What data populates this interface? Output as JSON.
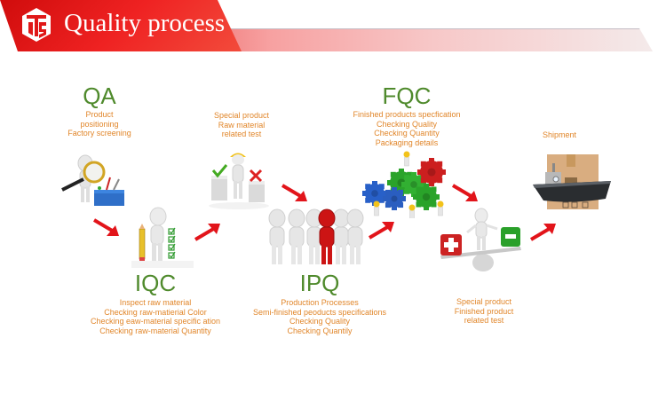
{
  "header": {
    "title": "Quality process",
    "logo_icon": "ts-shield-logo"
  },
  "colors": {
    "brand_red": "#e41c1c",
    "stage_title_green": "#4f8a2c",
    "desc_orange": "#e1862a",
    "arrow_red": "#e2141a"
  },
  "stages": {
    "qa": {
      "title": "QA",
      "lines": [
        "Product",
        "positioning",
        "Factory screening"
      ],
      "illustration": "magnifier-toolbox-figure"
    },
    "iqc": {
      "title": "IQC",
      "lines": [
        "Inspect raw material",
        "Checking raw-matierial Color",
        "Checking eaw-material specific ation",
        "Checking raw-material Quantity"
      ],
      "illustration": "pencil-checklist-figure"
    },
    "special_raw": {
      "lines": [
        "Special product",
        "Raw material",
        "related test"
      ],
      "illustration": "worker-check-cross-figure"
    },
    "ipq": {
      "title": "IPQ",
      "lines": [
        "Production Processes",
        "Semi-finished peoducts specifications",
        "Checking Quality",
        "Checking Quantily"
      ],
      "illustration": "team-leader-figures"
    },
    "fqc": {
      "title": "FQC",
      "lines": [
        "Finished products specfication",
        "Checking Quality",
        "Checking Quantity",
        "Packaging details"
      ],
      "illustration": "gears-workers"
    },
    "special_finished": {
      "lines": [
        "Special product",
        "Finished product",
        "related test"
      ],
      "illustration": "balance-plus-minus-figure"
    },
    "shipment": {
      "lines": [
        "Shipment"
      ],
      "illustration": "cargo-ship-box"
    }
  }
}
